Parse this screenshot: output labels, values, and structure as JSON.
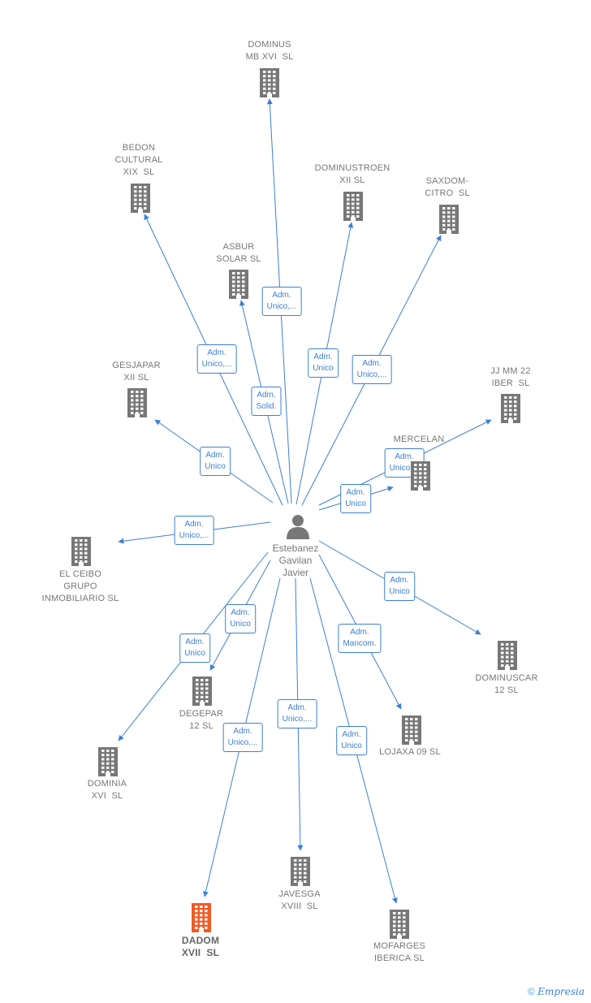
{
  "colors": {
    "edge": "#3b7fd4",
    "building": "#777777",
    "highlight": "#f05a24",
    "text": "#777777"
  },
  "person": {
    "name": "Estebanez\nGavilan\nJavier",
    "icon": "person-icon"
  },
  "companies": [
    {
      "id": "dominus",
      "name": "DOMINUS\nMB XVI  SL",
      "icon": "building-icon"
    },
    {
      "id": "bedon",
      "name": "BEDON\nCULTURAL\nXIX  SL",
      "icon": "building-icon"
    },
    {
      "id": "dominustroen",
      "name": "DOMINUSTROEN\nXII SL",
      "icon": "building-icon"
    },
    {
      "id": "saxdom",
      "name": "SAXDOM-\nCITRO  SL",
      "icon": "building-icon"
    },
    {
      "id": "asbur",
      "name": "ASBUR\nSOLAR SL",
      "icon": "building-icon"
    },
    {
      "id": "gesjapar",
      "name": "GESJAPAR\nXII SL",
      "icon": "building-icon"
    },
    {
      "id": "jjmm",
      "name": "JJ MM 22\nIBER  SL",
      "icon": "building-icon"
    },
    {
      "id": "mercelan",
      "name": "MERCELAN",
      "icon": "building-icon"
    },
    {
      "id": "elceibo",
      "name": "EL CEIBO\nGRUPO\nINMOBILIARIO SL",
      "icon": "building-icon"
    },
    {
      "id": "dominuscar",
      "name": "DOMINUSCAR\n12 SL",
      "icon": "building-icon"
    },
    {
      "id": "degepar",
      "name": "DEGEPAR\n12 SL",
      "icon": "building-icon"
    },
    {
      "id": "lojaxa",
      "name": "LOJAXA 09 SL",
      "icon": "building-icon"
    },
    {
      "id": "dominia",
      "name": "DOMINIA\nXVI  SL",
      "icon": "building-icon"
    },
    {
      "id": "javesga",
      "name": "JAVESGA\nXVIII  SL",
      "icon": "building-icon"
    },
    {
      "id": "dadom",
      "name": "DADOM\nXVII  SL",
      "icon": "building-icon",
      "highlight": true
    },
    {
      "id": "mofarges",
      "name": "MOFARGES\nIBERICA SL",
      "icon": "building-icon"
    }
  ],
  "edges": [
    {
      "to": "dominus",
      "label": "Adm.\nUnico,..."
    },
    {
      "to": "bedon",
      "label": "Adm.\nUnico,..."
    },
    {
      "to": "dominustroen",
      "label": "Adm.\nUnico"
    },
    {
      "to": "saxdom",
      "label": "Adm.\nUnico,..."
    },
    {
      "to": "asbur",
      "label": "Adm.\nSolid."
    },
    {
      "to": "gesjapar",
      "label": "Adm.\nUnico"
    },
    {
      "to": "jjmm",
      "label": "Adm.\nUnico,..."
    },
    {
      "to": "mercelan",
      "label": "Adm.\nUnico"
    },
    {
      "to": "elceibo",
      "label": "Adm.\nUnico,..."
    },
    {
      "to": "dominuscar",
      "label": "Adm.\nUnico"
    },
    {
      "to": "degepar",
      "label": "Adm.\nUnico"
    },
    {
      "to": "lojaxa",
      "label": "Adm.\nMancom."
    },
    {
      "to": "dominia",
      "label": "Adm.\nUnico"
    },
    {
      "to": "javesga",
      "label": "Adm.\nUnico,..."
    },
    {
      "to": "dadom",
      "label": "Adm.\nUnico,..."
    },
    {
      "to": "mofarges",
      "label": "Adm.\nUnico"
    }
  ],
  "footer": {
    "copyright": "©",
    "brand": "Empresia"
  }
}
